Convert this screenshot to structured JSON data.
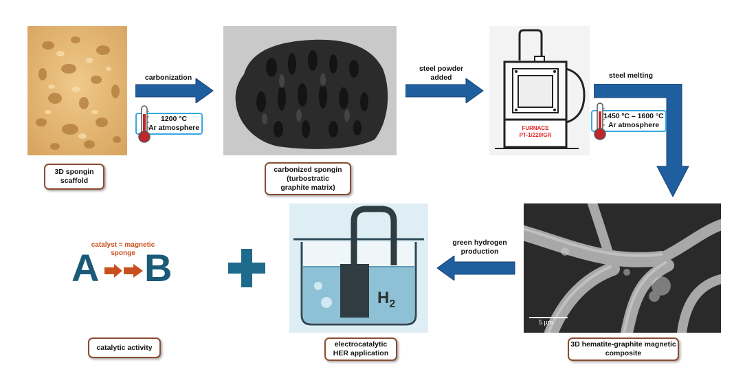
{
  "steps": {
    "s1": {
      "line1": "carbonization"
    },
    "s2": {
      "line1": "steel powder",
      "line2": "added"
    },
    "s3": {
      "line1": "steel melting"
    },
    "s4": {
      "line1": "green hydrogen",
      "line2": "production"
    }
  },
  "temps": {
    "t1": {
      "line1": "1200 °C",
      "line2": "Ar atmosphere"
    },
    "t2": {
      "line1": "1450 ºC – 1600 °C",
      "line2": "Ar atmosphere"
    }
  },
  "captions": {
    "sponge": {
      "line1": "3D spongin",
      "line2": "scaffold"
    },
    "carbon": {
      "line1": "carbonized spongin",
      "line2": "(turbostratic",
      "line3": "graphite matrix)"
    },
    "composite": {
      "line1": "3D hematite-graphite  magnetic",
      "line2": "composite"
    },
    "her": {
      "line1": "electrocatalytic",
      "line2": "HER application"
    },
    "catalytic": {
      "line1": "catalytic activity"
    }
  },
  "furnace": {
    "line1": "FURNACE",
    "line2": "PT-1/220/GR"
  },
  "sem": {
    "scale": "5 µm"
  },
  "beaker": {
    "h2": "H",
    "sub": "2"
  },
  "reaction": {
    "a": "A",
    "b": "B",
    "catalyst_line1": "catalyst = magnetic",
    "catalyst_line2": "sponge"
  },
  "colors": {
    "arrow": "#1f5fa0",
    "arrow_dark": "#1b4f82",
    "label_border": "#8a4b2e",
    "temp_border": "#35a8e0",
    "orange": "#c8501e",
    "teal": "#1e6a8c"
  }
}
